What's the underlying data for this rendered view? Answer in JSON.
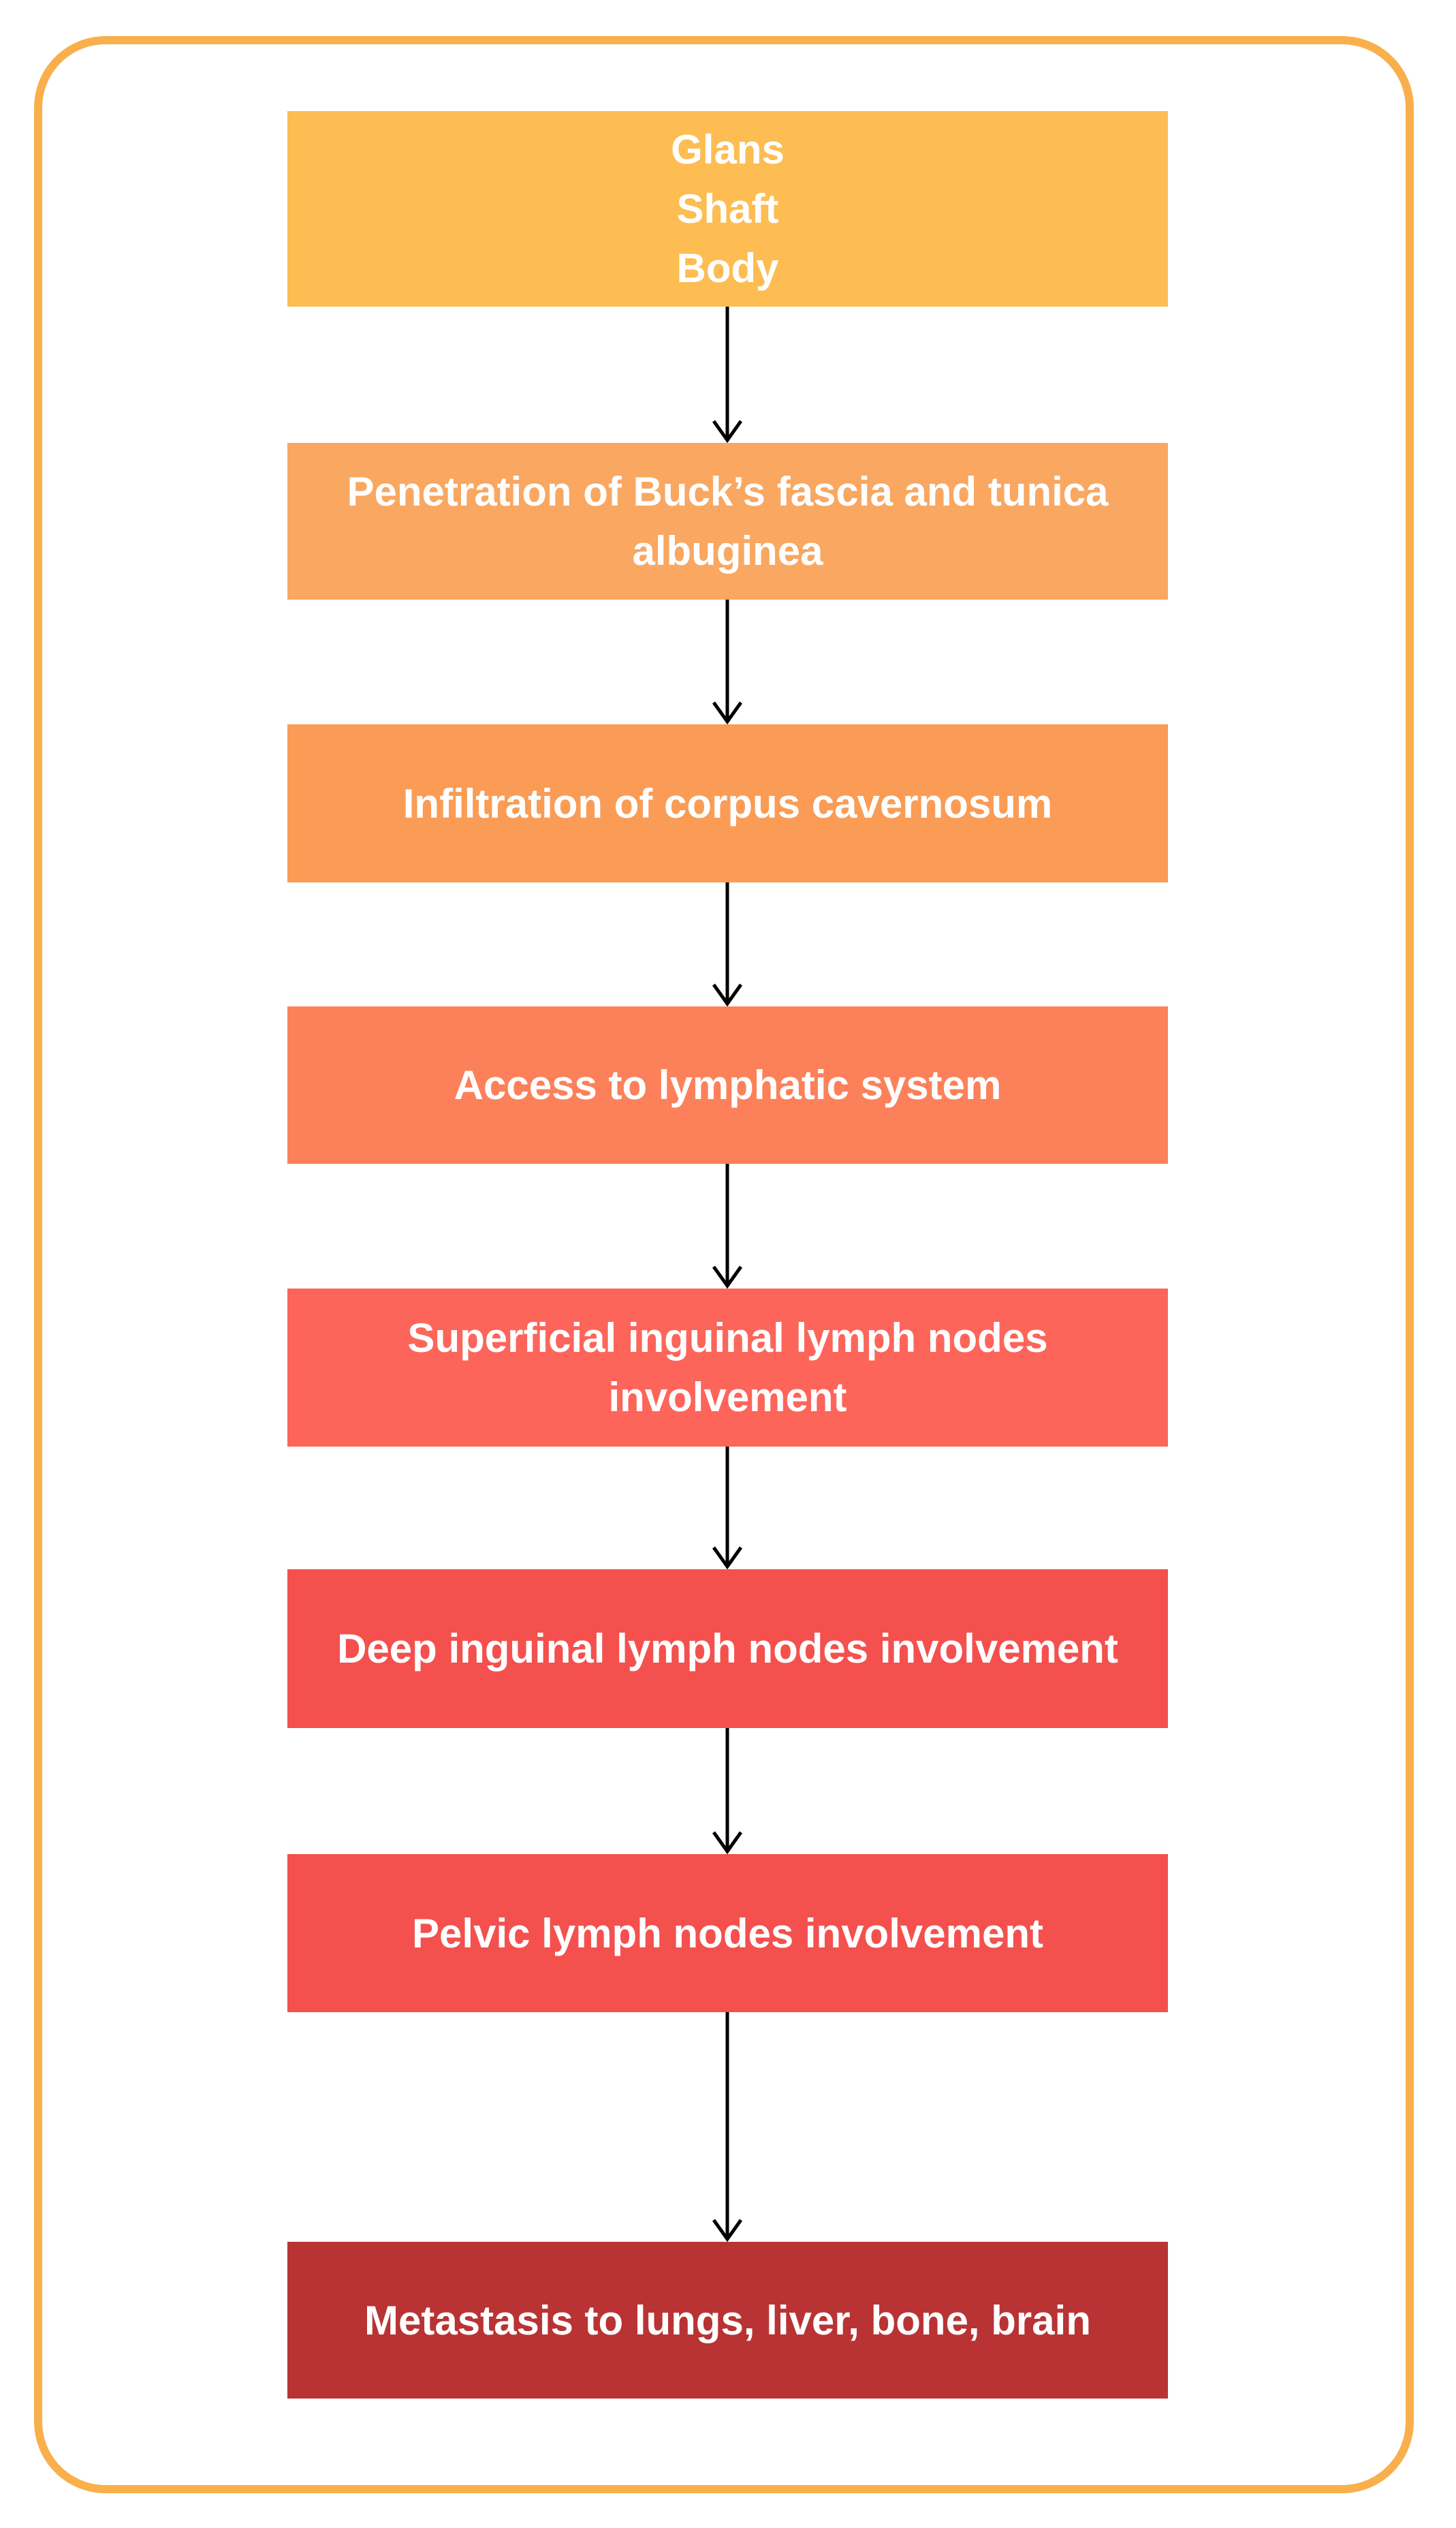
{
  "flowchart": {
    "frame_border_color": "#F9AF4B",
    "arrow_color": "#000000",
    "text_color": "#ffffff",
    "steps": [
      {
        "label": "Glans\nShaft\nBody",
        "bg_color": "#FDBD53"
      },
      {
        "label": "Penetration of Buck’s fascia and tunica\nalbuginea",
        "bg_color": "#F9A761"
      },
      {
        "label": "Infiltration of corpus cavernosum",
        "bg_color": "#FA9C55"
      },
      {
        "label": "Access to lymphatic system",
        "bg_color": "#FC815A"
      },
      {
        "label": "Superficial inguinal lymph nodes\ninvolvement",
        "bg_color": "#FD655B"
      },
      {
        "label": "Deep inguinal lymph nodes involvement",
        "bg_color": "#F4504E"
      },
      {
        "label": "Pelvic lymph nodes involvement",
        "bg_color": "#F4504E"
      },
      {
        "label": "Metastasis to lungs, liver, bone, brain",
        "bg_color": "#B93334"
      }
    ]
  }
}
